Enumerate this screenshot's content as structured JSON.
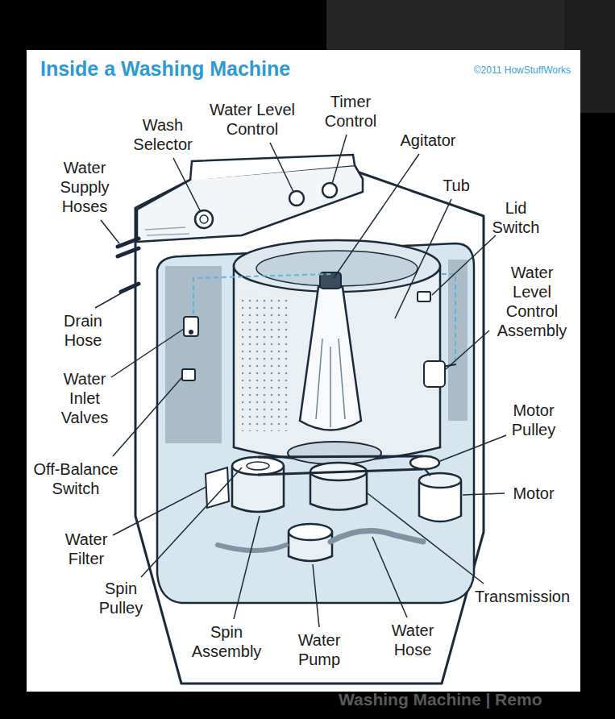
{
  "diagram": {
    "title": "Inside a Washing Machine",
    "labels": [
      "©2011 HowStuffWorks",
      "Water Level Control",
      "Timer Control",
      "Wash Selector",
      "Agitator",
      "Water Supply Hoses",
      "Tub",
      "Lid Switch",
      "Water Level Control Assembly",
      "Drain Hose",
      "Water Inlet Valves",
      "Off-Balance Switch",
      "Motor Pulley",
      "Motor",
      "Water Filter",
      "Transmission",
      "Spin Pulley",
      "Water Hose",
      "Spin Assembly",
      "Water Pump",
      "Washing Machine | Remo"
    ]
  }
}
